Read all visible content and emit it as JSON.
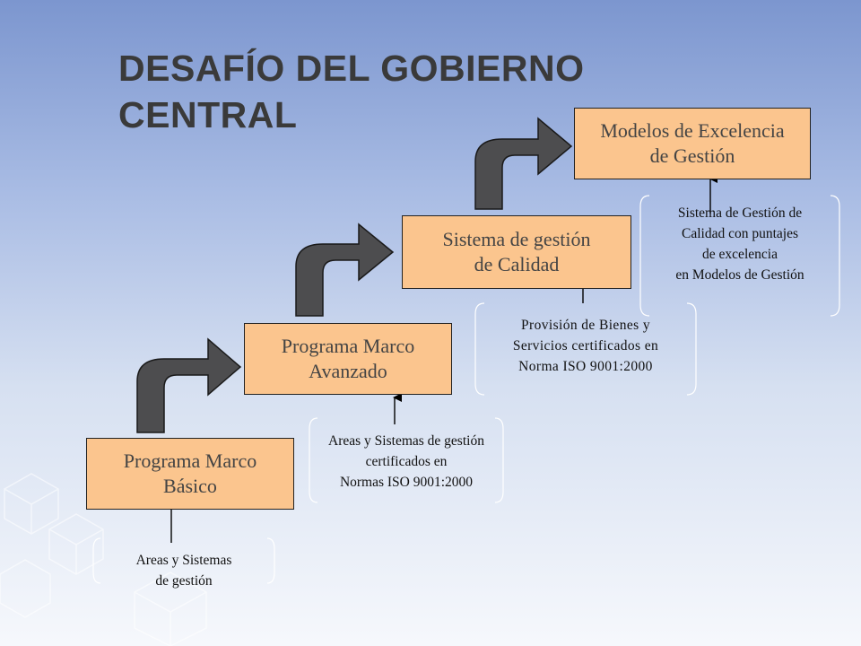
{
  "title": "DESAFÍO DEL GOBIERNO CENTRAL",
  "steps": [
    {
      "line1": "Programa Marco",
      "line2": "Básico"
    },
    {
      "line1": "Programa Marco",
      "line2": "Avanzado"
    },
    {
      "line1": "Sistema de gestión",
      "line2": "de Calidad"
    },
    {
      "line1": "Modelos de Excelencia",
      "line2": "de Gestión"
    }
  ],
  "notes": [
    {
      "lines": [
        "Areas y Sistemas",
        "de gestión"
      ]
    },
    {
      "lines": [
        "Areas y Sistemas de gestión",
        "certificados en",
        "Normas ISO 9001:2000"
      ]
    },
    {
      "lines": [
        "Provisión de Bienes y",
        "Servicios certificados en",
        "Norma ISO 9001:2000"
      ]
    },
    {
      "lines": [
        "Sistema de Gestión de",
        "Calidad con puntajes",
        "de excelencia",
        "en Modelos de Gestión"
      ]
    }
  ],
  "colors": {
    "box_fill": "#fbc58e",
    "arrow_fill": "#4d4d4f"
  }
}
